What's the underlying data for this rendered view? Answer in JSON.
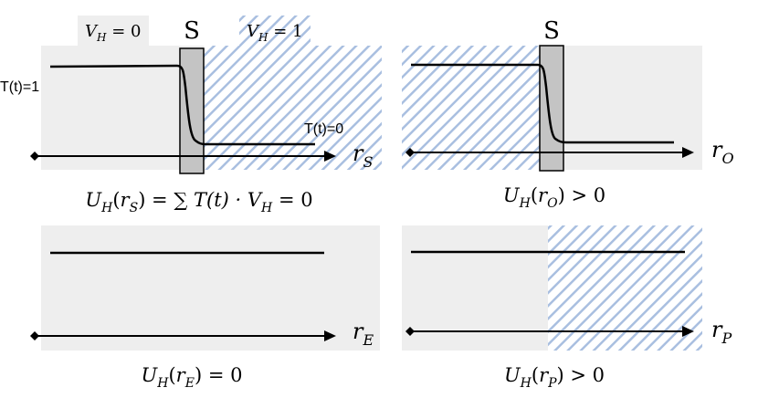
{
  "colors": {
    "panel_bg": "#eeeeee",
    "hatch": "#a9bfe0",
    "separator_fill": "#c4c4c4",
    "line": "#000000"
  },
  "legend": {
    "vh0": {
      "var": "V",
      "sub": "H",
      "rest": " = 0"
    },
    "vh1": {
      "var": "V",
      "sub": "H",
      "rest": " = 1"
    }
  },
  "panel_a": {
    "separator_label": "S",
    "label_t1": "T(t)=1",
    "label_t0": "T(t)=0",
    "axis": {
      "var": "r",
      "sub": "S"
    },
    "formula": {
      "u": "U",
      "u_sub": "H",
      "open": "(",
      "r": "r",
      "r_sub": "S",
      "close": ") = ",
      "sum": "∑",
      "t_term": " T(t) · ",
      "v": "V",
      "v_sub": "H",
      "result": " = 0"
    }
  },
  "panel_b": {
    "separator_label": "S",
    "axis": {
      "var": "r",
      "sub": "O"
    },
    "formula": {
      "u": "U",
      "u_sub": "H",
      "open": "(",
      "r": "r",
      "r_sub": "O",
      "close": ")",
      "result": " > 0"
    }
  },
  "panel_c": {
    "axis": {
      "var": "r",
      "sub": "E"
    },
    "formula": {
      "u": "U",
      "u_sub": "H",
      "open": "(",
      "r": "r",
      "r_sub": "E",
      "close": ")",
      "result": " = 0"
    }
  },
  "panel_d": {
    "axis": {
      "var": "r",
      "sub": "P"
    },
    "formula": {
      "u": "U",
      "u_sub": "H",
      "open": "(",
      "r": "r",
      "r_sub": "P",
      "close": ")",
      "result": " > 0"
    }
  }
}
